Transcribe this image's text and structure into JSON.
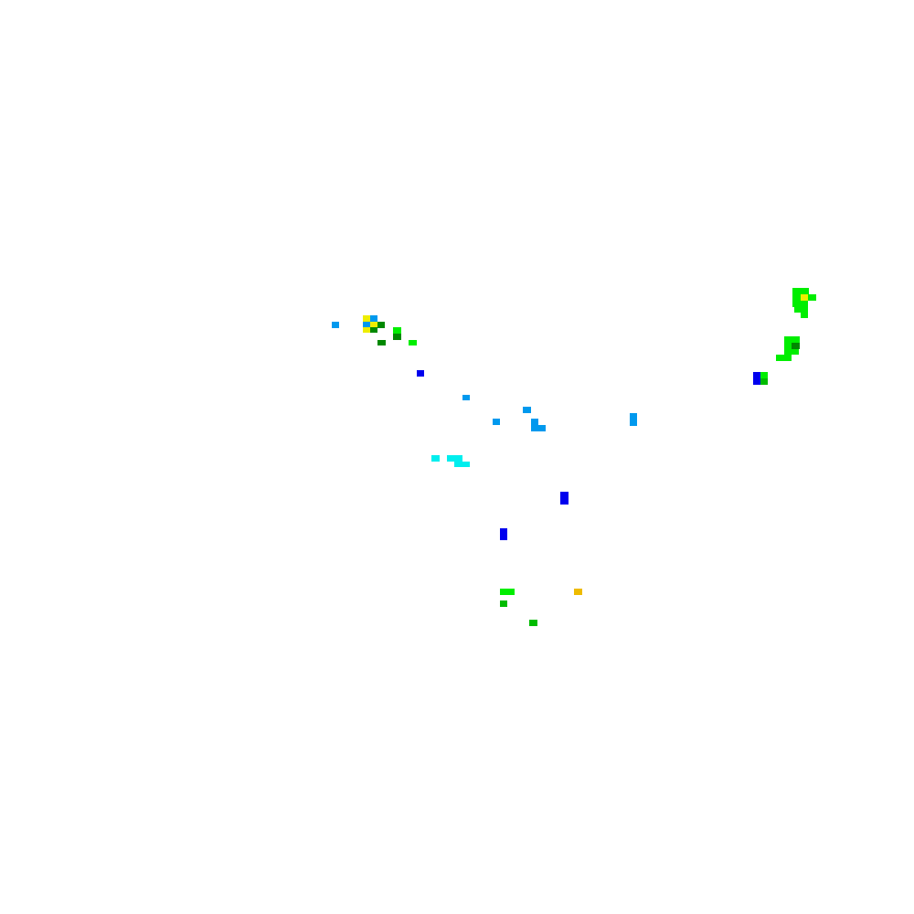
{
  "map": {
    "background": "#ffffff",
    "palette": {
      "blue": "#0000ee",
      "light-blue": "#0099ee",
      "cyan": "#00eeee",
      "bright-green": "#00ee00",
      "green": "#00bb00",
      "dark-green": "#008800",
      "yellow": "#eeee00",
      "gold": "#eebb00"
    },
    "cell_classes": [
      {
        "cls": "light-blue",
        "count": 11
      },
      {
        "cls": "yellow",
        "count": 3
      },
      {
        "cls": "bright-green",
        "count": 14
      },
      {
        "cls": "dark-green",
        "count": 5
      },
      {
        "cls": "blue",
        "count": 5
      },
      {
        "cls": "cyan",
        "count": 5
      },
      {
        "cls": "green",
        "count": 3
      },
      {
        "cls": "gold",
        "count": 1
      }
    ]
  }
}
